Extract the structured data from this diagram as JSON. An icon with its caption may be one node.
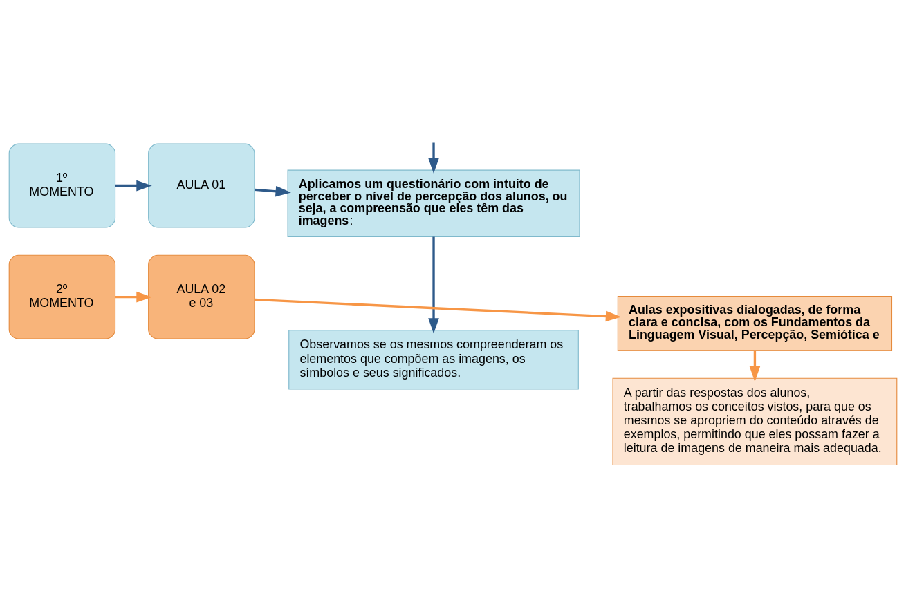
{
  "diagram": {
    "nodes": [
      {
        "text": [
          "1º MOMENTO"
        ]
      },
      {
        "text": [
          "AULA 01"
        ]
      },
      {
        "text": [
          "**Aplicamos um questionário com intuito de perceber o nível de percepção dos alunos, ou seja, a compreensão que eles têm das imagens**:"
        ]
      },
      {
        "text": [
          "Observamos se os mesmos compreenderam os elementos que compõem as imagens, os símbolos e seus significados."
        ]
      },
      {
        "text": [
          "2º MOMENTO"
        ]
      },
      {
        "text": [
          "AULA 02 e 03"
        ]
      },
      {
        "text": [
          "**Aulas expositivas dialogadas, de forma clara e concisa, com os Fundamentos da Linguagem Visual, Percepção, Semiótica e**"
        ]
      },
      {
        "text": [
          "A partir das respostas dos alunos, trabalhamos os conceitos vistos, para que os mesmos se apropriem do conteúdo através de exemplos, permitindo que eles possam fazer a leitura de imagens de maneira mais adequada."
        ]
      }
    ],
    "edges": [
      {
        "from": 0,
        "to": 1,
        "arrow": "to"
      },
      {
        "from": 1,
        "to": 2,
        "arrow": "to"
      },
      {
        "from": null,
        "to": 2,
        "arrow": "to"
      },
      {
        "from": 2,
        "to": 3,
        "arrow": "to"
      },
      {
        "from": 4,
        "to": 5,
        "arrow": "to",
        "color": "#f79646"
      },
      {
        "from": 5,
        "to": 6,
        "arrow": "to",
        "color": "#f79646"
      },
      {
        "from": 6,
        "to": 7,
        "arrow": "to",
        "color": "#f79646"
      }
    ]
  }
}
